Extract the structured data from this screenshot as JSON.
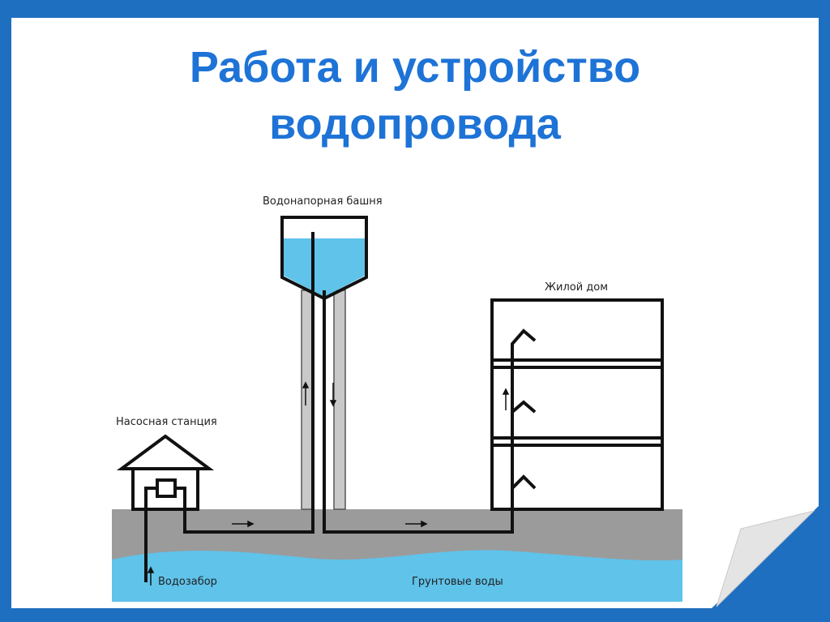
{
  "slide": {
    "title_line1": "Работа и устройство",
    "title_line2": "водопровода"
  },
  "diagram": {
    "labels": {
      "tower": "Водонапорная башня",
      "house": "Жилой дом",
      "pump_station": "Насосная станция",
      "water_intake": "Водозабор",
      "groundwater": "Грунтовые воды"
    },
    "colors": {
      "title": "#1e73d6",
      "water": "#5fc3ea",
      "ground": "#9b9b9b",
      "pipe": "#111111",
      "frame": "#1f6fc0"
    }
  }
}
